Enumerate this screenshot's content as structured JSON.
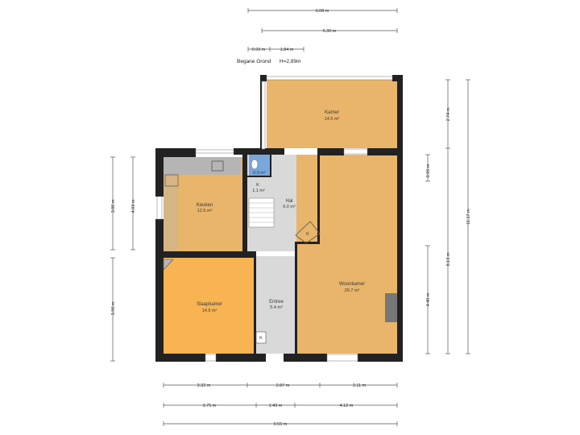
{
  "floor": {
    "name": "Begane Grond",
    "height": "H=2,89m"
  },
  "colors": {
    "room": "#e8b56a",
    "bedroom": "#f8b452",
    "hall": "#d9d9d9",
    "toilet": "#79a7db",
    "wall": "#222222",
    "counter": "#b5b5b5"
  },
  "rooms": [
    {
      "name": "Kamer",
      "area": "14.5 m²"
    },
    {
      "name": "Keuken",
      "area": "12.6 m²"
    },
    {
      "name": "Hal",
      "area": "6.0 m²"
    },
    {
      "name": "Woonkamer",
      "area": "29.7 m²"
    },
    {
      "name": "Slaapkamer",
      "area": "14.6 m²"
    },
    {
      "name": "Entree",
      "area": "5.4 m²"
    },
    {
      "name": "",
      "area": "0.9 m²"
    },
    {
      "name": "",
      "area": "1.1 m²"
    }
  ],
  "closet_labels": [
    "K",
    "K",
    "K"
  ],
  "dimensions": {
    "top_total": "6.08 m",
    "top_second": "5.30 m",
    "top_small_a": "0.93 m",
    "top_small_b": "1.84 m",
    "bottom_row1": [
      "3.32 m",
      "2.87 m",
      "3.11 m"
    ],
    "bottom_row2": [
      "3.75 m",
      "1.49 m",
      "4.12 m"
    ],
    "bottom_total": "9.55 m",
    "left_outer": [
      "3.86 m",
      "3.90 m"
    ],
    "left_inner": "4.03 m",
    "right_outer": "11.17 m",
    "right_inner": [
      "2.74 m",
      "0.96 m",
      "8.13 m",
      "4.40 m"
    ]
  }
}
